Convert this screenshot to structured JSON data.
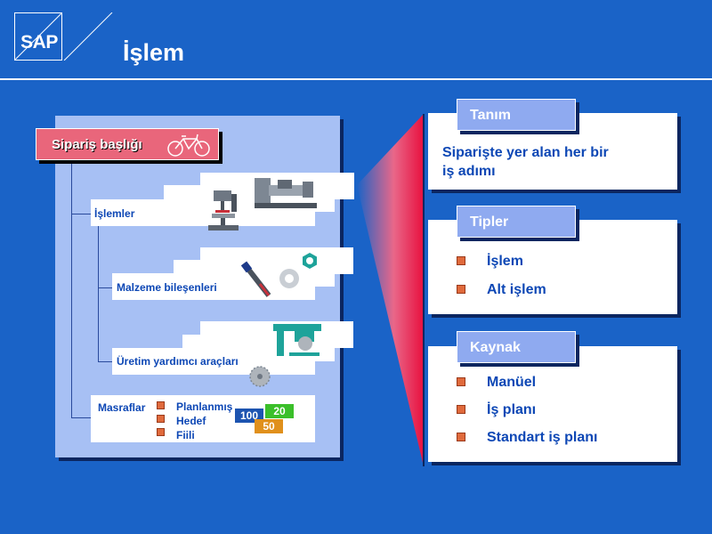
{
  "header": {
    "logo": "SAP",
    "title": "İşlem"
  },
  "diagram": {
    "order_header": "Sipariş başlığı",
    "steps": [
      {
        "label": "İşlemler"
      },
      {
        "label": "Malzeme bileşenleri"
      },
      {
        "label": "Üretim yardımcı araçları"
      }
    ],
    "costs": {
      "label": "Masraflar",
      "items": [
        "Planlanmış",
        "Hedef",
        "Fiili"
      ],
      "values": [
        "100",
        "20",
        "50"
      ]
    }
  },
  "definition": {
    "tab": "Tanım",
    "text_lines": [
      "Siparişte yer alan her bir",
      "iş adımı"
    ]
  },
  "types": {
    "tab": "Tipler",
    "items": [
      "İşlem",
      "Alt işlem"
    ]
  },
  "source": {
    "tab": "Kaynak",
    "items": [
      "Manüel",
      "İş planı",
      "Standart iş planı"
    ]
  },
  "colors": {
    "background": "#1a63c7",
    "panel": "#a7c0f4",
    "header_box": "#e9667b",
    "tab": "#8faaf0",
    "text": "#0d47b5",
    "bullet": "#e06a3c"
  }
}
